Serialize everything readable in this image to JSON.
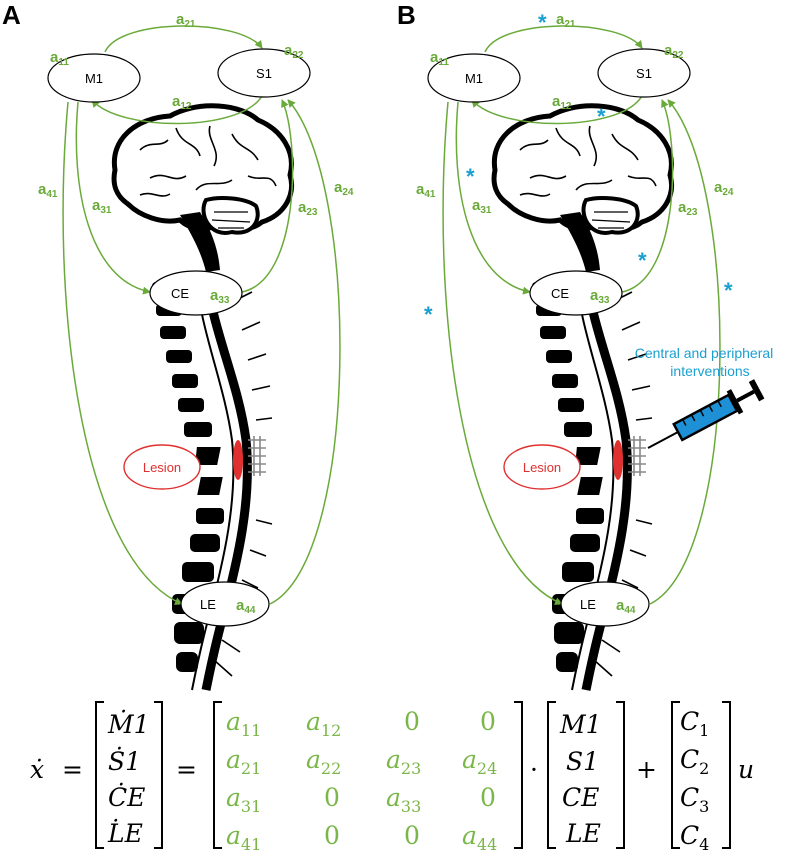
{
  "panels": {
    "a": {
      "letter": "A"
    },
    "b": {
      "letter": "B"
    }
  },
  "nodes": {
    "m1": "M1",
    "s1": "S1",
    "ce": "CE",
    "le": "LE"
  },
  "edges": {
    "a11": {
      "main": "a",
      "sub": "11"
    },
    "a12": {
      "main": "a",
      "sub": "12"
    },
    "a21": {
      "main": "a",
      "sub": "21"
    },
    "a22": {
      "main": "a",
      "sub": "22"
    },
    "a23": {
      "main": "a",
      "sub": "23"
    },
    "a24": {
      "main": "a",
      "sub": "24"
    },
    "a31": {
      "main": "a",
      "sub": "31"
    },
    "a33": {
      "main": "a",
      "sub": "33"
    },
    "a41": {
      "main": "a",
      "sub": "41"
    },
    "a44": {
      "main": "a",
      "sub": "44"
    }
  },
  "lesion_label": "Lesion",
  "intervention_label": [
    "Central and peripheral",
    "interventions"
  ],
  "star_symbol": "*",
  "colors": {
    "edge": "#6aaa3a",
    "star": "#1a9fd0",
    "lesion": "#e03030",
    "syringe": "#1e90d6"
  },
  "equation": {
    "lhs": "ẋ",
    "equals": "=",
    "state_dot": [
      "Ṁ1",
      "Ṡ1",
      "ĊE",
      "L̇E"
    ],
    "matrix_rows": [
      [
        "a11",
        "a12",
        "0",
        "0"
      ],
      [
        "a21",
        "a22",
        "a23",
        "a24"
      ],
      [
        "a31",
        "0",
        "a33",
        "0"
      ],
      [
        "a41",
        "0",
        "0",
        "a44"
      ]
    ],
    "dot_op": "·",
    "state": [
      "M1",
      "S1",
      "CE",
      "LE"
    ],
    "plus": "+",
    "inputs": [
      "C1",
      "C2",
      "C3",
      "C4"
    ],
    "input_var": "u"
  }
}
